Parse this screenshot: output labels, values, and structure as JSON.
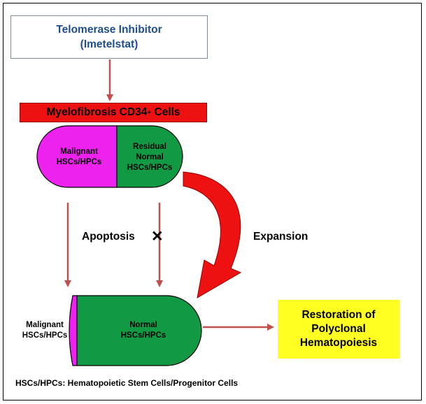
{
  "inhibitor": {
    "line1": "Telomerase Inhibitor",
    "line2": "(Imetelstat)"
  },
  "myelo": {
    "label": "Myelofibrosis CD34",
    "sup": "+",
    "suffix": " Cells"
  },
  "top_capsule": {
    "malignant": [
      "Malignant",
      "HSCs/HPCs"
    ],
    "normal": [
      "Residual",
      "Normal",
      "HSCs/HPCs"
    ]
  },
  "labels": {
    "apoptosis": "Apoptosis",
    "block": "✕",
    "expansion": "Expansion"
  },
  "bottom_capsule": {
    "malignant": [
      "Malignant",
      "HSCs/HPCs"
    ],
    "normal": [
      "Normal",
      "HSCs/HPCs"
    ]
  },
  "restoration": [
    "Restoration of",
    "Polyclonal",
    "Hematopoiesis"
  ],
  "footnote": "HSCs/HPCs: Hematopoietic Stem Cells/Progenitor Cells",
  "colors": {
    "malignant": "#ee22ee",
    "normal": "#119944",
    "arrow": "#c0504d",
    "bar": "#ee1111",
    "highlight": "#ffff22",
    "title_text": "#1f4e8c"
  }
}
